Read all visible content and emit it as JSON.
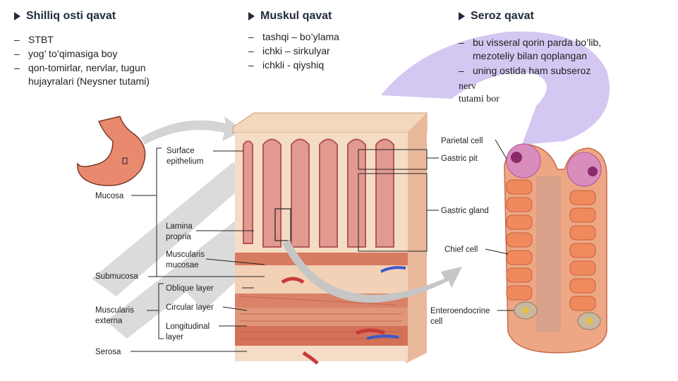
{
  "column1": {
    "title": "Shilliq osti qavat",
    "items": [
      "STBT",
      "yog’ to’qimasiga boy",
      "qon-tomirlar, nervlar, tugun"
    ],
    "continuation": "hujayralari (Neysner tutami)"
  },
  "column2": {
    "title": "Muskul qavat",
    "items": [
      "tashqi – bo’ylama",
      "ichki – sirkulyar",
      "ichkli - qiyshiq"
    ]
  },
  "column3": {
    "title": "Seroz qavat",
    "item1": "bu visseral qorin parda bo’lib,",
    "item1_cont": "mezoteliy bilan qoplangan",
    "item2": "uning ostida ham subseroz",
    "extra1": "nerv",
    "extra2": "tutami bor"
  },
  "figure_labels": {
    "surface_epithelium": [
      "Surface",
      "epithelium"
    ],
    "mucosa": "Mucosa",
    "lamina_propria": [
      "Lamina",
      "propria"
    ],
    "muscularis_mucosae": [
      "Muscularis",
      "mucosae"
    ],
    "submucosa": "Submucosa",
    "oblique_layer": "Oblique layer",
    "circular_layer": "Circular layer",
    "muscularis_externa": [
      "Muscularis",
      "externa"
    ],
    "longitudinal_layer": [
      "Longitudinal",
      "layer"
    ],
    "serosa": "Serosa",
    "parietal_cell": "Parietal cell",
    "gastric_pit": "Gastric pit",
    "gastric_gland": "Gastric gland",
    "chief_cell": "Chief cell",
    "enteroendocrine_cell": [
      "Enteroendocrine",
      "cell"
    ]
  },
  "colors": {
    "heading": "#1f2a3a",
    "tissue_light": "#f2c9a8",
    "tissue_pink": "#e8a08a",
    "muscle": "#d2735a",
    "watermark": "#cbb8ee",
    "gray_arrow": "#c8c8c8"
  }
}
